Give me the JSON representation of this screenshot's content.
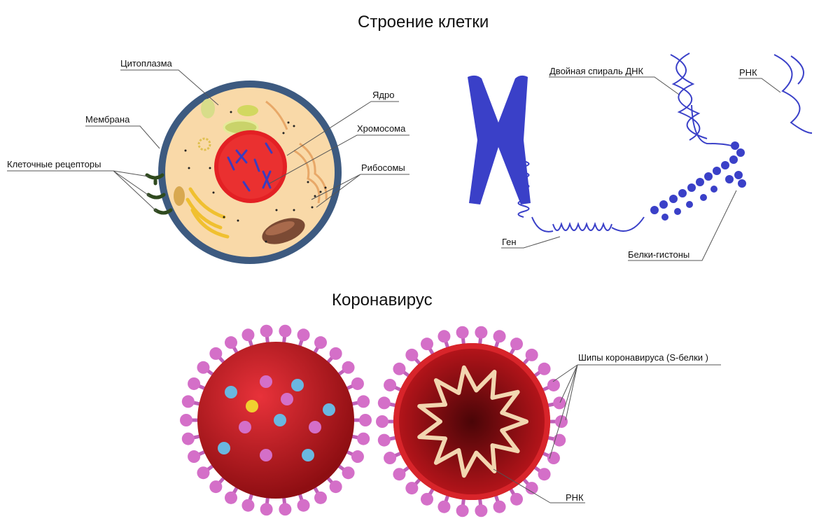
{
  "titles": {
    "cell_structure": "Строение клетки",
    "coronavirus": "Коронавирус"
  },
  "cell_labels": {
    "cytoplasm": "Цитоплазма",
    "membrane": "Мембрана",
    "receptors": "Клеточные рецепторы",
    "nucleus": "Ядро",
    "chromosome": "Хромосома",
    "ribosomes": "Рибосомы"
  },
  "dna_labels": {
    "double_helix": "Двойная спираль ДНК",
    "rna": "РНК",
    "gene": "Ген",
    "histones": "Белки-гистоны"
  },
  "virus_labels": {
    "spikes": "Шипы коронавируса (S-белки )",
    "rna": "РНК"
  },
  "colors": {
    "membrane": "#3d5a80",
    "cytoplasm": "#f9d9a8",
    "nucleus": "#e32024",
    "chromatin": "#3a3dbf",
    "virus_body": "#c3161c",
    "spike": "#d46fc8",
    "rna_coil": "#f2d6b0",
    "receptor": "#2f4a1e"
  }
}
